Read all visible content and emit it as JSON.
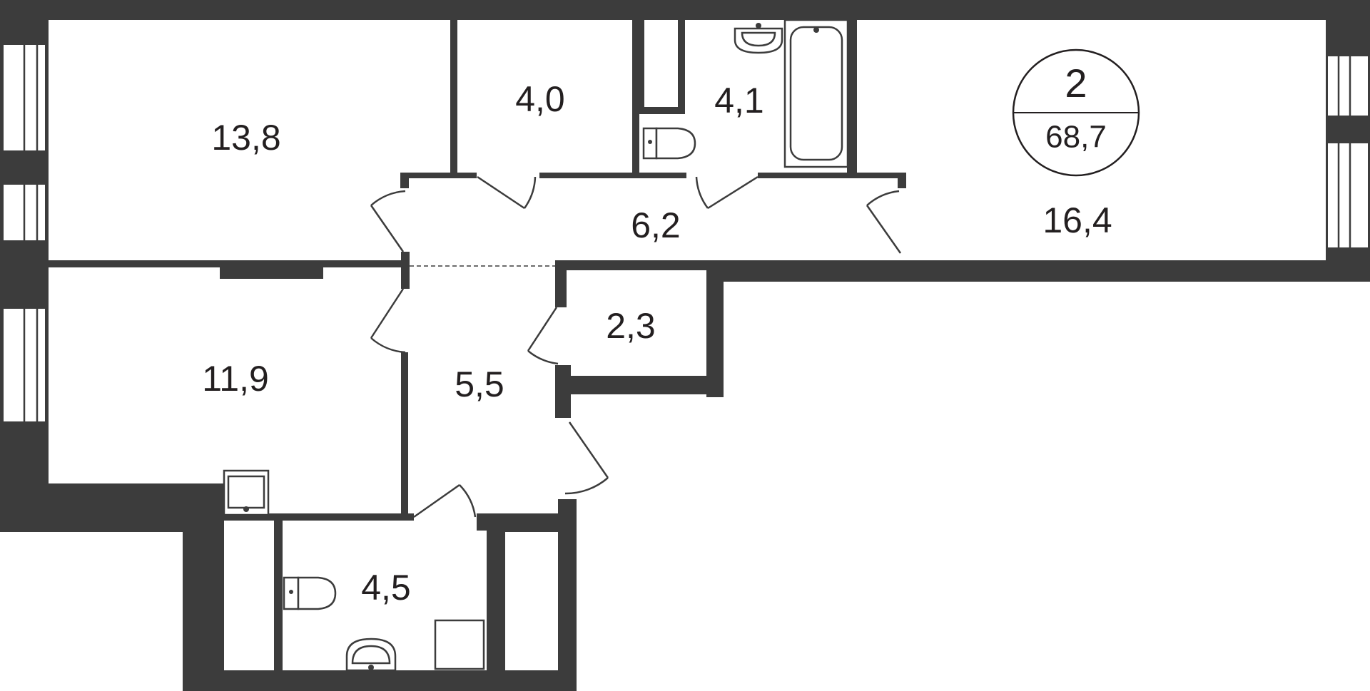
{
  "rooms": [
    {
      "id": "room-13-8",
      "area": "13,8"
    },
    {
      "id": "room-4-0",
      "area": "4,0"
    },
    {
      "id": "room-4-1",
      "area": "4,1"
    },
    {
      "id": "room-16-4",
      "area": "16,4"
    },
    {
      "id": "room-6-2",
      "area": "6,2"
    },
    {
      "id": "room-11-9",
      "area": "11,9"
    },
    {
      "id": "room-5-5",
      "area": "5,5"
    },
    {
      "id": "room-2-3",
      "area": "2,3"
    },
    {
      "id": "room-4-5",
      "area": "4,5"
    }
  ],
  "badge": {
    "rooms": "2",
    "total_area": "68,7"
  },
  "colors": {
    "wall": "#3c3c3c",
    "text": "#231f20",
    "background": "#ffffff"
  }
}
